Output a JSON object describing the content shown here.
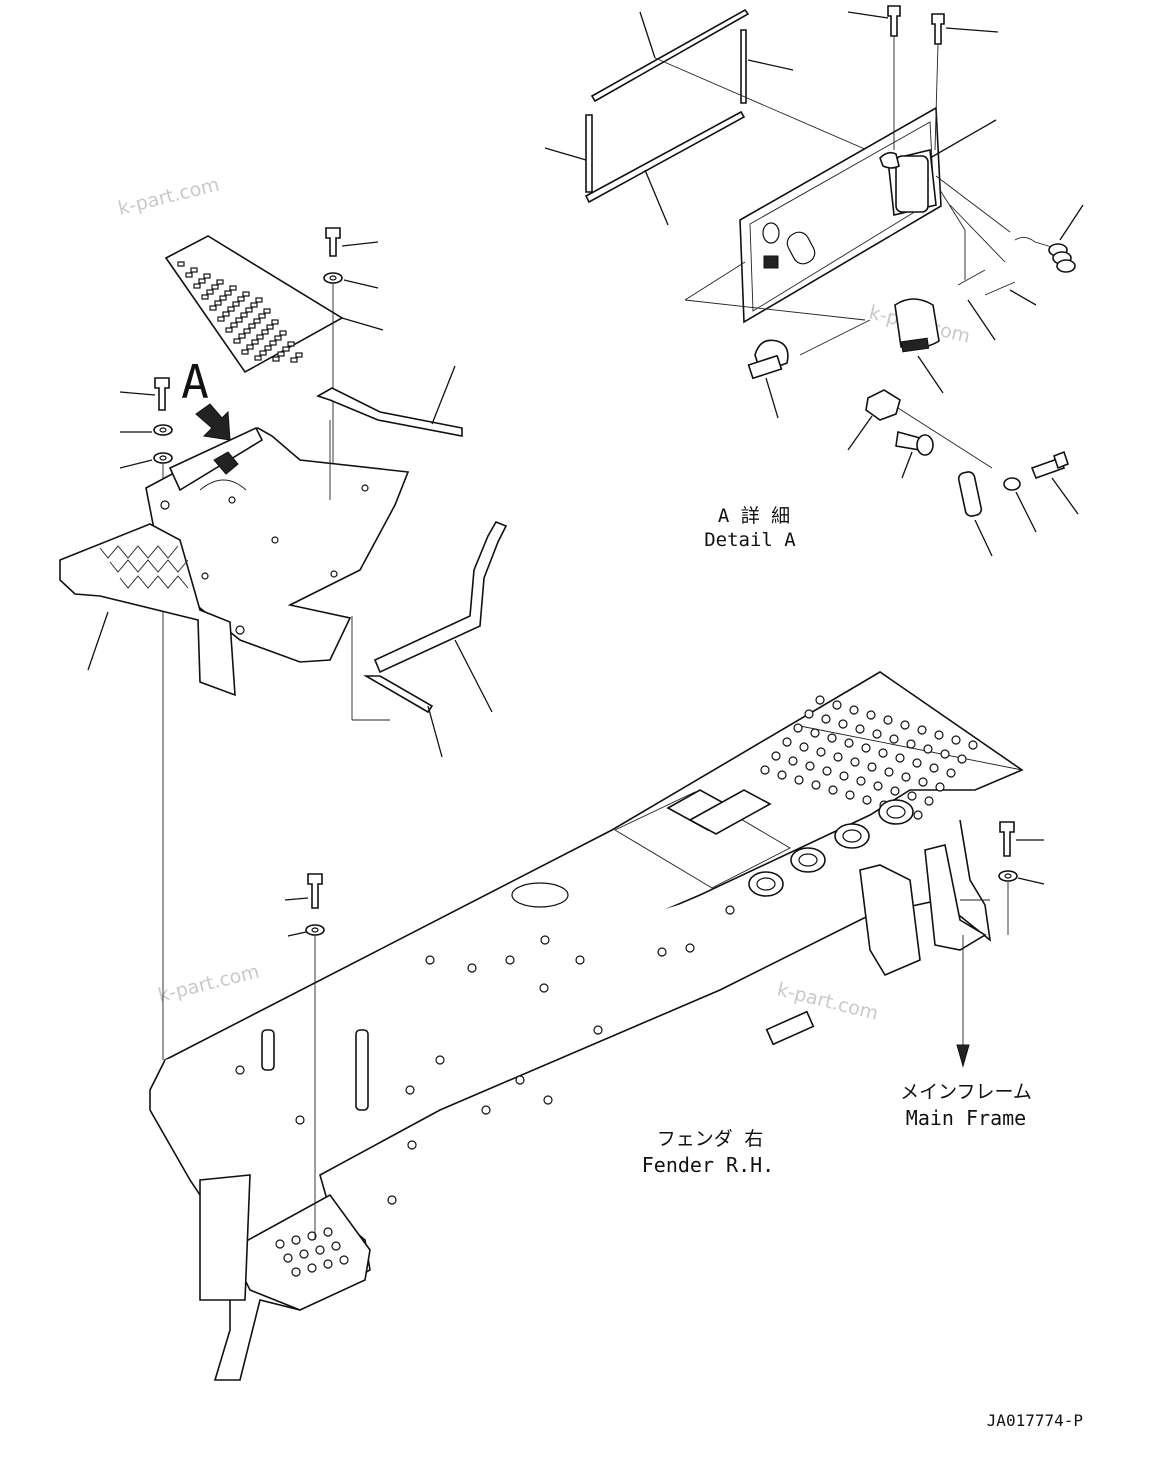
{
  "labels": {
    "view_marker": "A",
    "detail_jp": "A 詳 細",
    "detail_en": "Detail A",
    "main_frame_jp": "メインフレーム",
    "main_frame_en": "Main Frame",
    "fender_jp": "フェンダ 右",
    "fender_en": "Fender R.H.",
    "drawing_code": "JA017774-P"
  },
  "watermarks": [
    "k-part.com",
    "k-part.com",
    "k-part.com",
    "k-part.com"
  ]
}
